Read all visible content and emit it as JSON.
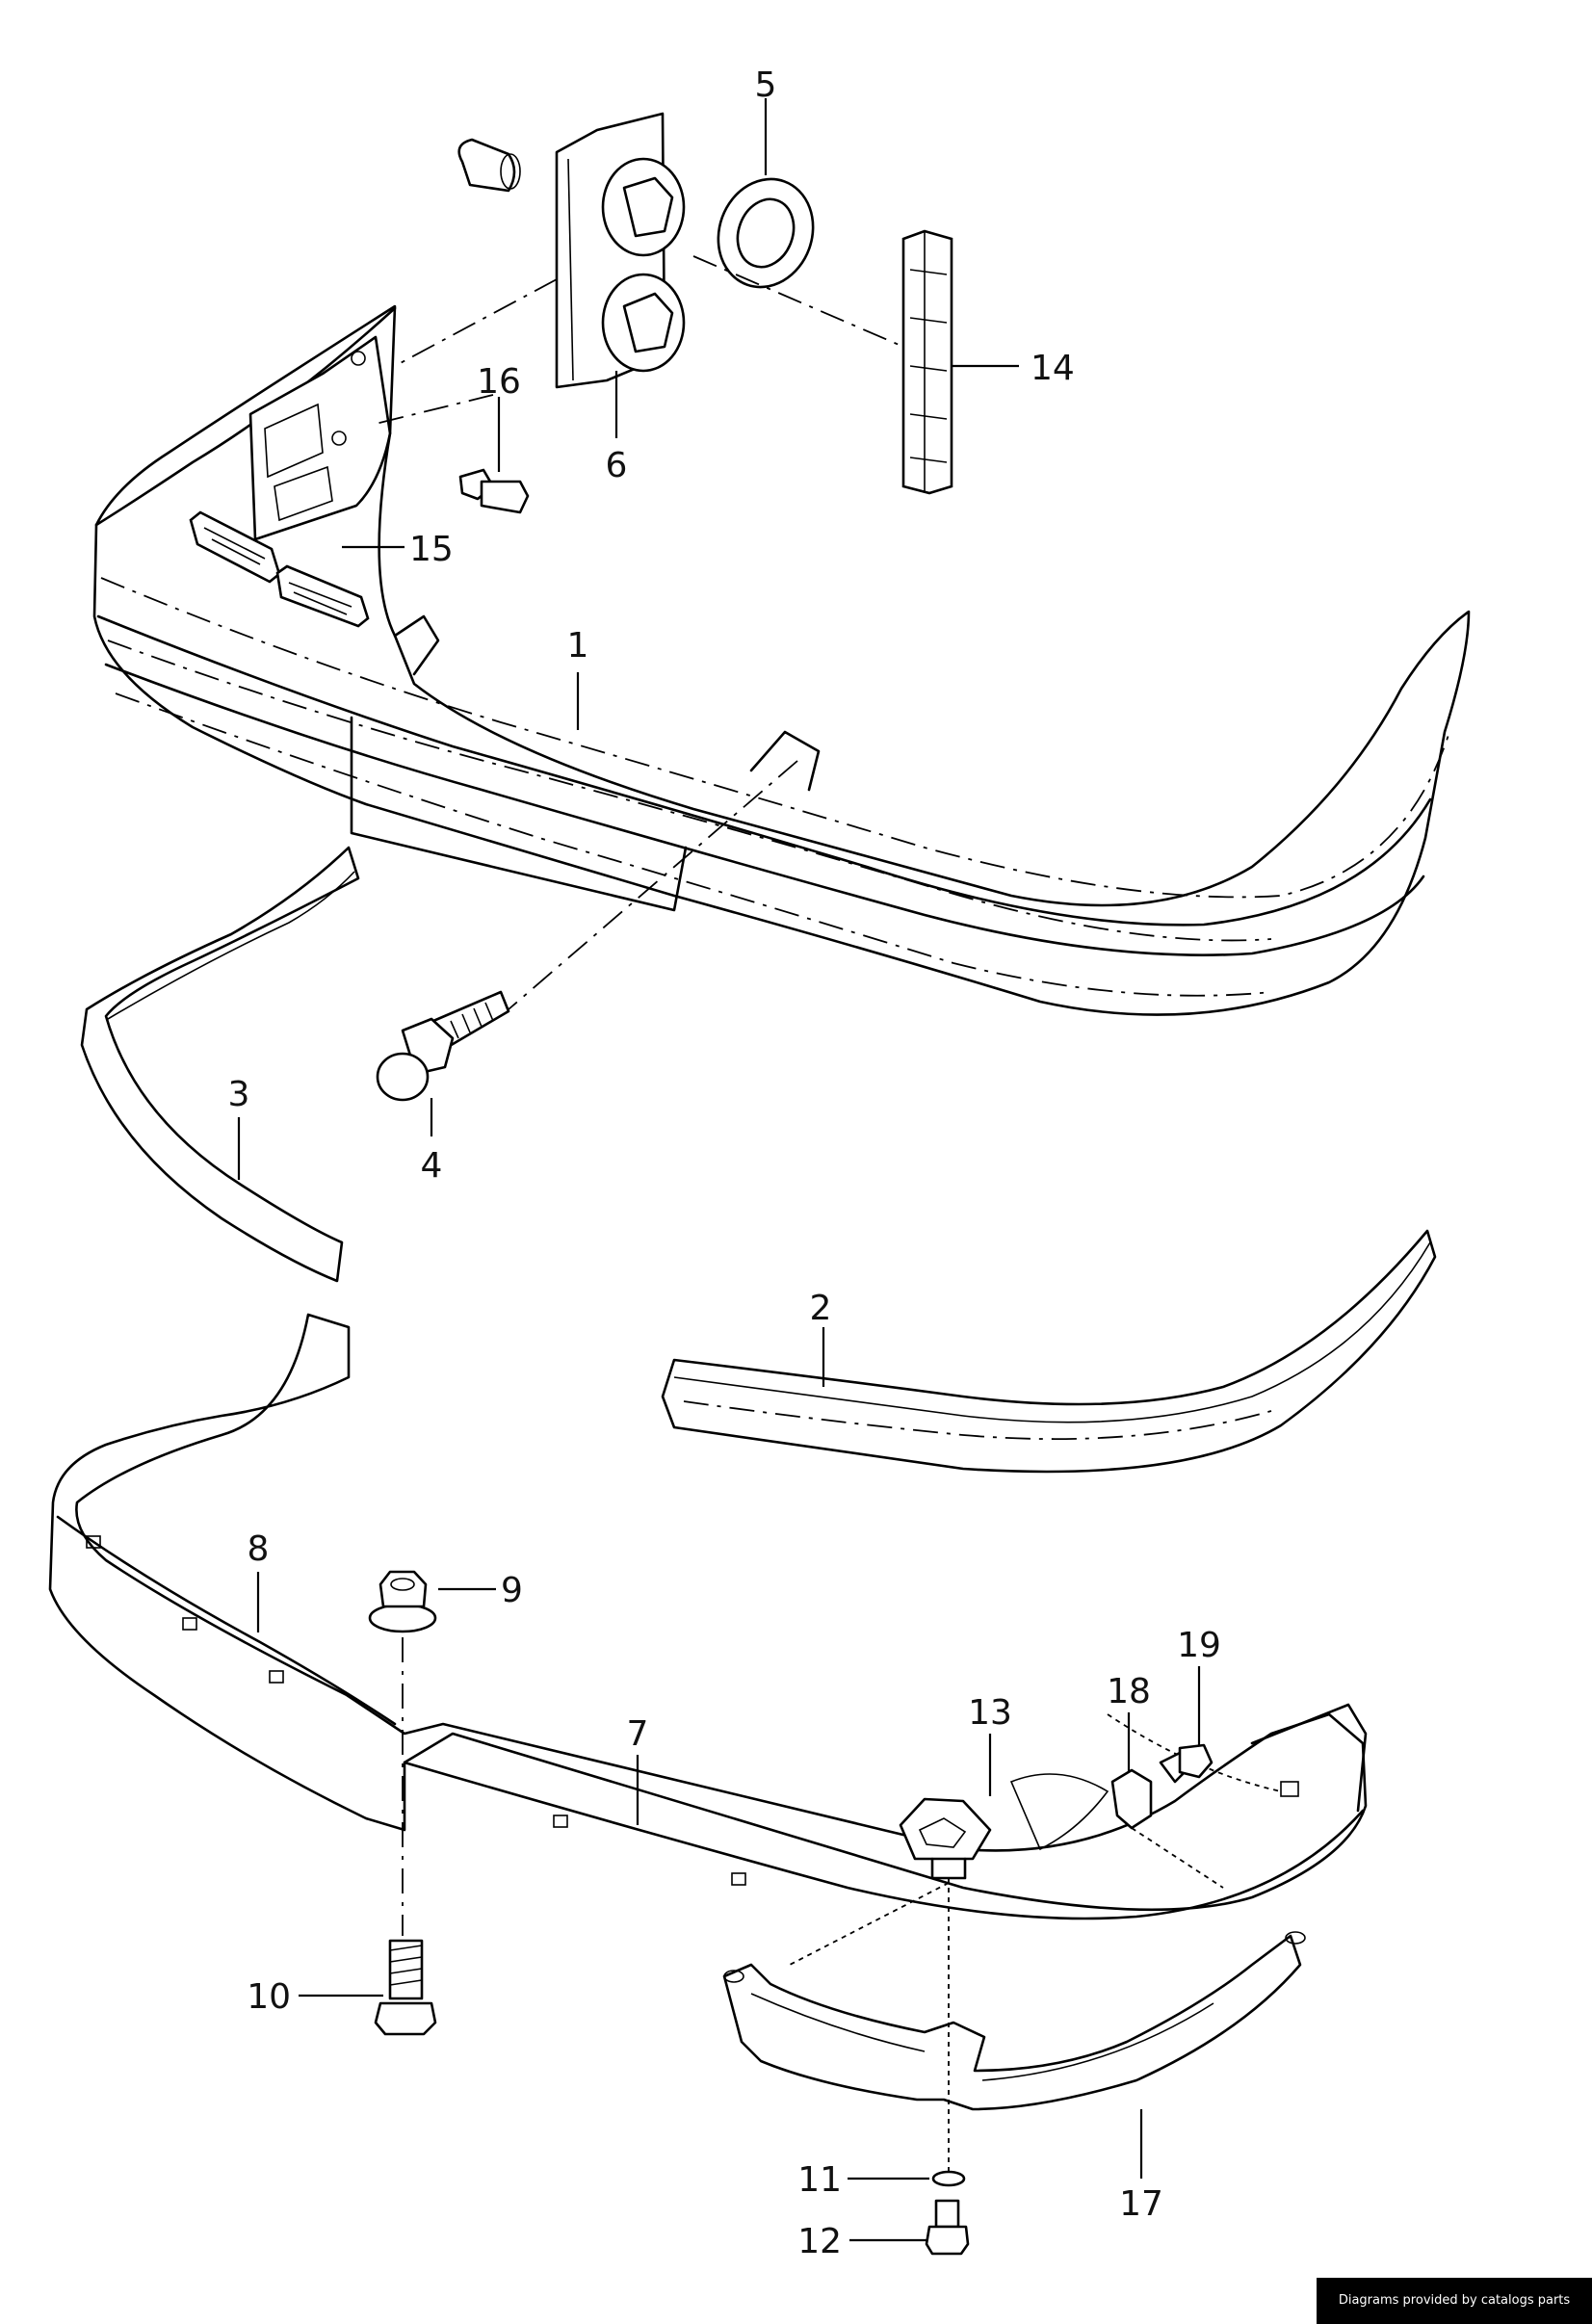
{
  "callouts": {
    "c1": "1",
    "c2": "2",
    "c3": "3",
    "c4": "4",
    "c5": "5",
    "c6": "6",
    "c7": "7",
    "c8": "8",
    "c9": "9",
    "c10": "10",
    "c11": "11",
    "c12": "12",
    "c13": "13",
    "c14": "14",
    "c15": "15",
    "c16": "16",
    "c17": "17",
    "c18": "18",
    "c19": "19"
  },
  "credit": "Diagrams provided by catalogs parts"
}
